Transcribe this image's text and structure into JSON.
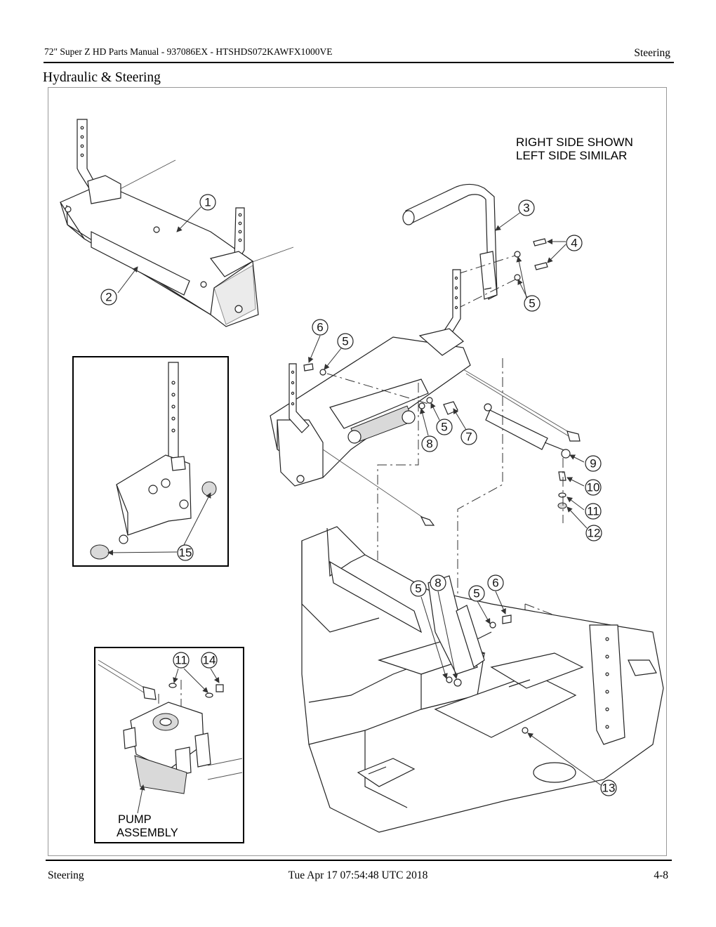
{
  "header": {
    "manual_title": "72\" Super Z HD Parts Manual - 937086EX - HTSHDS072KAWFX1000VE",
    "section": "Steering"
  },
  "page_title": "Hydraulic & Steering",
  "diagram": {
    "note_line1": "RIGHT SIDE SHOWN",
    "note_line2": "LEFT SIDE SIMILAR",
    "inset_label_line1": "PUMP",
    "inset_label_line2": "ASSEMBLY",
    "callouts": [
      "1",
      "2",
      "3",
      "4",
      "5",
      "5",
      "6",
      "5",
      "7",
      "8",
      "9",
      "10",
      "11",
      "12",
      "15",
      "5",
      "8",
      "5",
      "6",
      "11",
      "14",
      "13"
    ]
  },
  "footer": {
    "left": "Steering",
    "center": "Tue Apr 17 07:54:48 UTC 2018",
    "right": "4-8"
  }
}
